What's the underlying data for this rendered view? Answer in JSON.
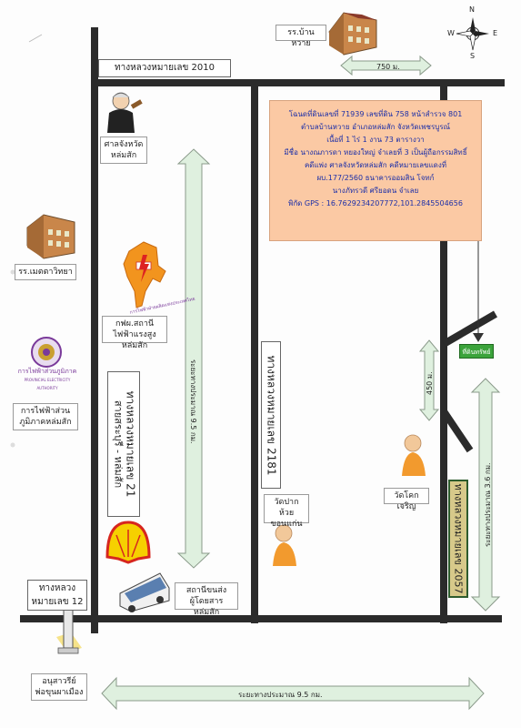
{
  "compass": {
    "n": "N",
    "s": "S",
    "e": "E",
    "w": "W"
  },
  "roads": {
    "r2010": "ทางหลวงหมายเลข 2010",
    "r21": "ทางหลวงหมายเลข 21",
    "r21_sub": "สายสระบุรี - หล่มสัก",
    "r2181": "ทางหลวงหมายเลข 2181",
    "r2057": "ทางหลวงหมายเลข 2057",
    "r12_line1": "ทางหลวง",
    "r12_line2": "หมายเลข 12"
  },
  "distances": {
    "d750": "750 ม.",
    "d95_vert": "ระยะทางประมาณ 9.5 กม.",
    "d450": "450 ม.",
    "d36": "ระยะทางประมาณ 3.6 กม.",
    "d95_bottom": "ระยะทางประมาณ 9.5 กม."
  },
  "landmarks": {
    "school_top": "รร.บ้านหวาย",
    "court_1": "ศาลจังหวัด",
    "court_2": "หล่มสัก",
    "school_left": "รร.เมตตาวิทยา",
    "egat_logo": "การไฟฟ้าฝ่ายผลิตแห่งประเทศไทย",
    "egat_1": "กฟผ.สถานีไฟฟ้าแรงสูง",
    "egat_2": "หล่มสัก",
    "pea_logo": "การไฟฟ้าส่วนภูมิภาค",
    "pea_logo_en": "PROVINCIAL ELECTRICITY AUTHORITY",
    "pea_1": "การไฟฟ้าส่วน",
    "pea_2": "ภูมิภาคหล่มสัก",
    "temple_mid_1": "วัดปากห้วย",
    "temple_mid_2": "ขอนแก่น",
    "temple_right": "วัดโคกเจริญ",
    "bus_1": "สถานีขนส่ง",
    "bus_2": "ผู้โดยสารหล่มสัก",
    "monument_1": "อนุสาวรีย์",
    "monument_2": "พ่อขุนผาเมือง",
    "property": "ที่ดินทรัพย์"
  },
  "info": {
    "line1": "โฉนดที่ดินเลขที่ 71939 เลขที่ดิน 758 หน้าสำรวจ 801",
    "line2": "ตำบลบ้านหวาย อำเภอหล่มสัก จังหวัดเพชรบูรณ์",
    "line3": "เนื้อที่ 1 ไร่ 1 งาน 73 ตารางวา",
    "line4": "มีชื่อ นางณภารดา หยองใหญ่ จำเลยที่ 3 เป็นผู้ถือกรรมสิทธิ์",
    "line5": "คดีแพ่ง ศาลจังหวัดหล่มสัก คดีหมายเลขแดงที่",
    "line6": "ผบ.177/2560 ธนาคารออมสิน โจทก์",
    "line7": "นางภัทรวดี ศรียอดน จำเลย",
    "line8": "พิกัด GPS : 16.7629234207772,101.2845504656"
  },
  "colors": {
    "road": "#2b2b2b",
    "info_bg": "#fbc9a4",
    "info_text": "#1c2fa8",
    "arrow_fill": "#dff0df",
    "arrow_stroke": "#8a9a8a",
    "property_bg": "#3ba33b",
    "r2057_border": "#2e5c2e",
    "r2057_bg": "#d7c98a"
  }
}
